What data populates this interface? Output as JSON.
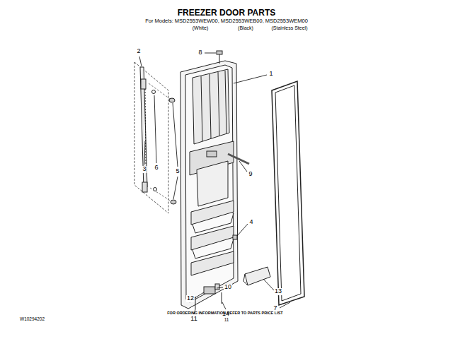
{
  "diagram": {
    "title": "FREEZER DOOR PARTS",
    "labels": [
      "For Models: MSD2553WEW00, MSD2553WEB00, MSD2553WEM00",
      "(White)",
      "(Black)",
      "(Stainless Steel)",
      "2",
      "8",
      "1",
      "3",
      "6",
      "5",
      "9",
      "4",
      "10",
      "12",
      "13",
      "14",
      "7",
      "11",
      "FOR ORDERING INFORMATION REFER TO PARTS PRICE LIST",
      "W10294202",
      "11"
    ]
  }
}
